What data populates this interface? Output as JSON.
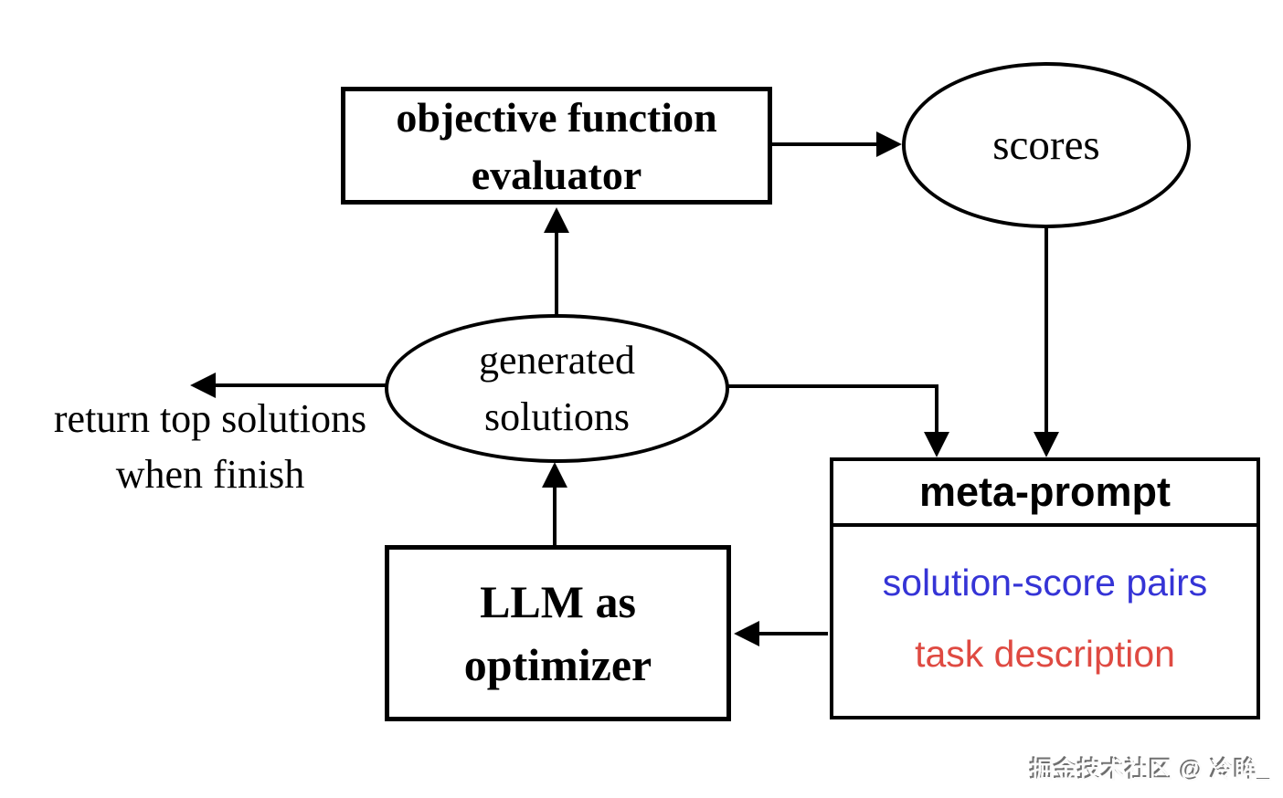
{
  "diagram": {
    "background": "#ffffff",
    "stroke_color": "#000000",
    "nodes": {
      "evaluator": {
        "shape": "rectangle",
        "line1": "objective function",
        "line2": "evaluator"
      },
      "scores": {
        "shape": "ellipse",
        "label": "scores"
      },
      "generated_solutions": {
        "shape": "ellipse",
        "line1": "generated",
        "line2": "solutions"
      },
      "llm_optimizer": {
        "shape": "rectangle",
        "line1": "LLM as",
        "line2": "optimizer"
      },
      "meta_prompt": {
        "shape": "rectangle",
        "title": "meta-prompt",
        "items": [
          {
            "label": "solution-score pairs",
            "color": "#3534d6"
          },
          {
            "label": "task description",
            "color": "#df4a42"
          }
        ]
      }
    },
    "edges": [
      {
        "from": "objective function evaluator",
        "to": "scores"
      },
      {
        "from": "generated solutions",
        "to": "objective function evaluator"
      },
      {
        "from": "generated solutions",
        "to": "return top solutions note"
      },
      {
        "from": "generated solutions",
        "to": "meta-prompt"
      },
      {
        "from": "scores",
        "to": "meta-prompt"
      },
      {
        "from": "LLM as optimizer",
        "to": "generated solutions"
      },
      {
        "from": "meta-prompt",
        "to": "LLM as optimizer"
      }
    ],
    "annotation": {
      "line1": "return top solutions",
      "line2": "when finish"
    },
    "watermark": "掘金技术社区 @ 冷眸_"
  }
}
